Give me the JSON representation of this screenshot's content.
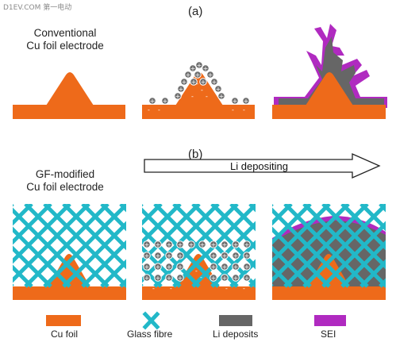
{
  "watermark": "D1EV.COM 第一电动",
  "panel_a": {
    "label": "(a)",
    "title_line1": "Conventional",
    "title_line2": "Cu foil electrode"
  },
  "panel_b": {
    "label": "(b)",
    "title_line1": "GF-modified",
    "title_line2": "Cu foil electrode"
  },
  "arrow": {
    "label": "Li depositing"
  },
  "legend": [
    {
      "label": "Cu foil",
      "color": "#ee6a1a",
      "icon": "cu-foil-swatch"
    },
    {
      "label": "Glass fibre",
      "color": "#22b8c8",
      "icon": "glass-fibre-x"
    },
    {
      "label": "Li deposits",
      "color": "#666666",
      "icon": "li-deposit-swatch"
    },
    {
      "label": "SEI",
      "color": "#b02ac0",
      "icon": "sei-swatch"
    }
  ],
  "colors": {
    "cu": "#ee6a1a",
    "glass": "#22b8c8",
    "li": "#666666",
    "sei": "#b02ac0",
    "ion_fill": "#6e6e6e"
  },
  "ion_symbol": "+",
  "charge_symbol": "-"
}
